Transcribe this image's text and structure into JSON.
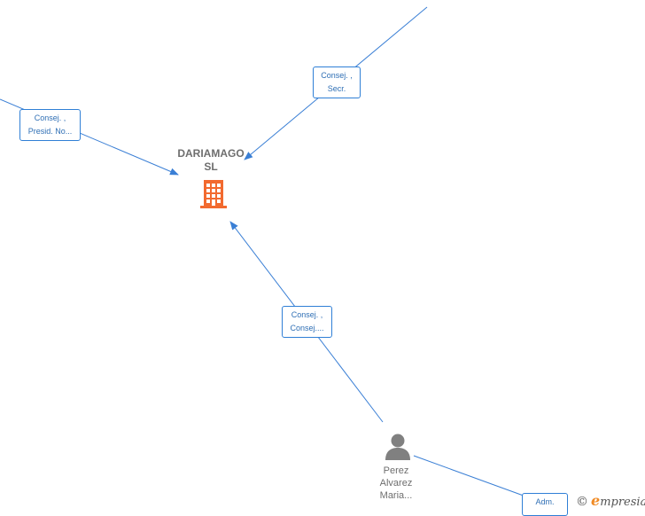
{
  "company": {
    "name_line1": "DARIAMAGO",
    "name_line2": "SL",
    "icon": "building-icon",
    "icon_color": "#f26a2f"
  },
  "person": {
    "name_line1": "Perez",
    "name_line2": "Alvarez",
    "name_line3": "Maria...",
    "icon": "person-icon",
    "icon_color": "#808080"
  },
  "relations": [
    {
      "line1": "Consej. ,",
      "line2": "Secr."
    },
    {
      "line1": "Consej. ,",
      "line2": "Presid. No..."
    },
    {
      "line1": "Consej. ,",
      "line2": "Consej...."
    },
    {
      "line1": "Adm.",
      "line2": ""
    }
  ],
  "edge_color": "#3a7fd5",
  "brand": {
    "copyright": "©",
    "initial": "e",
    "rest": "mpresia"
  }
}
